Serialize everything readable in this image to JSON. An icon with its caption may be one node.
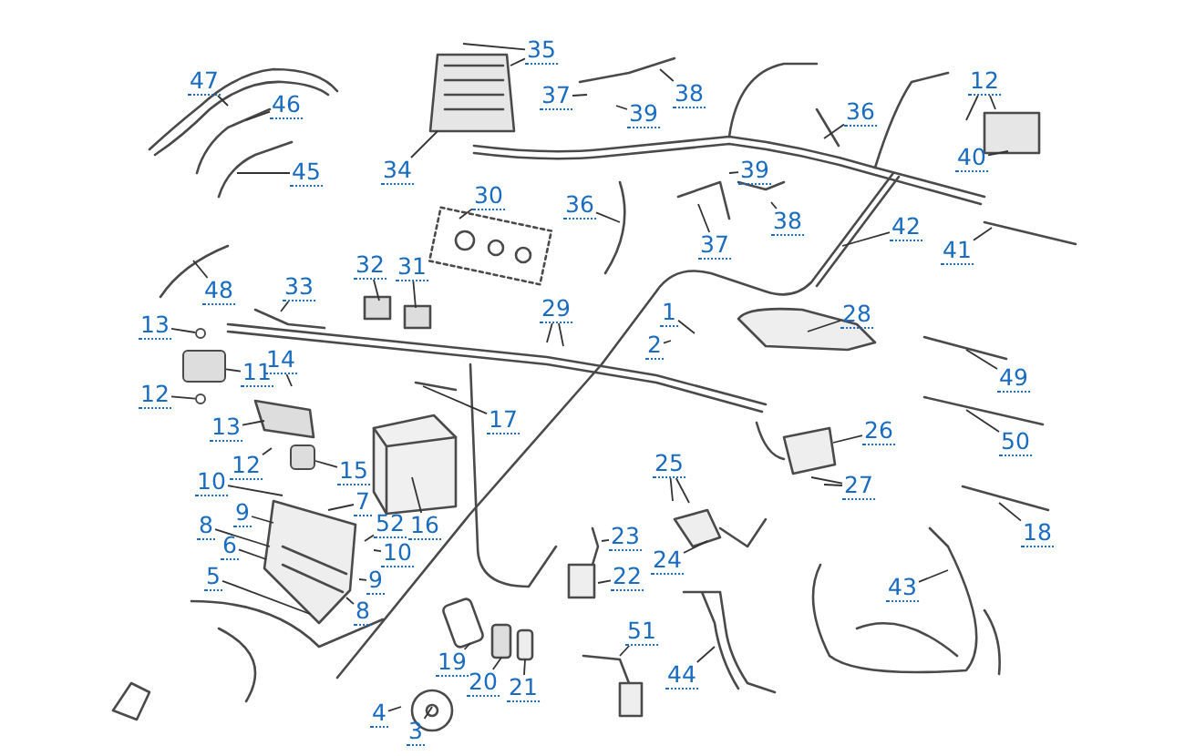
{
  "diagram": {
    "nodes": [
      {
        "text": [
          "47"
        ]
      },
      {
        "text": [
          "46"
        ]
      },
      {
        "text": [
          "35"
        ]
      },
      {
        "text": [
          "37"
        ]
      },
      {
        "text": [
          "38"
        ]
      },
      {
        "text": [
          "39"
        ]
      },
      {
        "text": [
          "12"
        ]
      },
      {
        "text": [
          "36"
        ]
      },
      {
        "text": [
          "40"
        ]
      },
      {
        "text": [
          "45"
        ]
      },
      {
        "text": [
          "34"
        ]
      },
      {
        "text": [
          "39"
        ]
      },
      {
        "text": [
          "30"
        ]
      },
      {
        "text": [
          "36"
        ]
      },
      {
        "text": [
          "38"
        ]
      },
      {
        "text": [
          "42"
        ]
      },
      {
        "text": [
          "37"
        ]
      },
      {
        "text": [
          "41"
        ]
      },
      {
        "text": [
          "32"
        ]
      },
      {
        "text": [
          "31"
        ]
      },
      {
        "text": [
          "33"
        ]
      },
      {
        "text": [
          "48"
        ]
      },
      {
        "text": [
          "29"
        ]
      },
      {
        "text": [
          "1"
        ]
      },
      {
        "text": [
          "28"
        ]
      },
      {
        "text": [
          "13"
        ]
      },
      {
        "text": [
          "2"
        ]
      },
      {
        "text": [
          "14"
        ]
      },
      {
        "text": [
          "49"
        ]
      },
      {
        "text": [
          "11"
        ]
      },
      {
        "text": [
          "12"
        ]
      },
      {
        "text": [
          "17"
        ]
      },
      {
        "text": [
          "13"
        ]
      },
      {
        "text": [
          "26"
        ]
      },
      {
        "text": [
          "50"
        ]
      },
      {
        "text": [
          "25"
        ]
      },
      {
        "text": [
          "12"
        ]
      },
      {
        "text": [
          "15"
        ]
      },
      {
        "text": [
          "10"
        ]
      },
      {
        "text": [
          "27"
        ]
      },
      {
        "text": [
          "7"
        ]
      },
      {
        "text": [
          "9"
        ]
      },
      {
        "text": [
          "8"
        ]
      },
      {
        "text": [
          "52"
        ]
      },
      {
        "text": [
          "16"
        ]
      },
      {
        "text": [
          "18"
        ]
      },
      {
        "text": [
          "23"
        ]
      },
      {
        "text": [
          "6"
        ]
      },
      {
        "text": [
          "10"
        ]
      },
      {
        "text": [
          "24"
        ]
      },
      {
        "text": [
          "5"
        ]
      },
      {
        "text": [
          "22"
        ]
      },
      {
        "text": [
          "9"
        ]
      },
      {
        "text": [
          "43"
        ]
      },
      {
        "text": [
          "8"
        ]
      },
      {
        "text": [
          "51"
        ]
      },
      {
        "text": [
          "19"
        ]
      },
      {
        "text": [
          "44"
        ]
      },
      {
        "text": [
          "20"
        ]
      },
      {
        "text": [
          "21"
        ]
      },
      {
        "text": [
          "4"
        ]
      },
      {
        "text": [
          "3"
        ]
      },
      {
        "text": [],
        "shape": "box"
      },
      {
        "text": [],
        "shape": "circle"
      },
      {
        "text": [],
        "shape": "circle"
      },
      {
        "text": [],
        "shape": "box"
      }
    ],
    "edges": [
      {
        "from": 0,
        "to": null,
        "arrow": "none"
      },
      {
        "from": 1,
        "to": null,
        "arrow": "none"
      },
      {
        "from": 2,
        "to": null,
        "arrow": "none"
      },
      {
        "from": 2,
        "to": null,
        "arrow": "none"
      },
      {
        "from": 3,
        "to": null,
        "arrow": "none"
      },
      {
        "from": 4,
        "to": null,
        "arrow": "none"
      },
      {
        "from": 5,
        "to": null,
        "arrow": "none"
      },
      {
        "from": 6,
        "to": null,
        "arrow": "none"
      },
      {
        "from": 6,
        "to": null,
        "arrow": "none"
      },
      {
        "from": 7,
        "to": null,
        "arrow": "none"
      },
      {
        "from": 8,
        "to": null,
        "arrow": "none"
      },
      {
        "from": 9,
        "to": null,
        "arrow": "none"
      },
      {
        "from": 10,
        "to": null,
        "arrow": "none"
      },
      {
        "from": 11,
        "to": null,
        "arrow": "none"
      },
      {
        "from": 12,
        "to": null,
        "arrow": "none"
      },
      {
        "from": 13,
        "to": null,
        "arrow": "none"
      },
      {
        "from": 14,
        "to": null,
        "arrow": "none"
      },
      {
        "from": 15,
        "to": null,
        "arrow": "none"
      },
      {
        "from": 16,
        "to": null,
        "arrow": "none"
      },
      {
        "from": 17,
        "to": null,
        "arrow": "none"
      },
      {
        "from": 18,
        "to": null,
        "arrow": "none"
      },
      {
        "from": 19,
        "to": null,
        "arrow": "none"
      },
      {
        "from": 20,
        "to": null,
        "arrow": "none"
      },
      {
        "from": 21,
        "to": null,
        "arrow": "none"
      },
      {
        "from": 22,
        "to": null,
        "arrow": "none"
      },
      {
        "from": 22,
        "to": null,
        "arrow": "none"
      },
      {
        "from": 23,
        "to": null,
        "arrow": "none"
      },
      {
        "from": 24,
        "to": null,
        "arrow": "none"
      },
      {
        "from": 25,
        "to": 63,
        "arrow": "none"
      },
      {
        "from": 26,
        "to": null,
        "arrow": "none"
      },
      {
        "from": 27,
        "to": null,
        "arrow": "none"
      },
      {
        "from": 28,
        "to": null,
        "arrow": "none"
      },
      {
        "from": 29,
        "to": 62,
        "arrow": "none"
      },
      {
        "from": 30,
        "to": 64,
        "arrow": "none"
      },
      {
        "from": 31,
        "to": null,
        "arrow": "none"
      },
      {
        "from": 32,
        "to": null,
        "arrow": "none"
      },
      {
        "from": 33,
        "to": null,
        "arrow": "none"
      },
      {
        "from": 34,
        "to": null,
        "arrow": "none"
      },
      {
        "from": 35,
        "to": null,
        "arrow": "none"
      },
      {
        "from": 35,
        "to": null,
        "arrow": "none"
      },
      {
        "from": 36,
        "to": null,
        "arrow": "none"
      },
      {
        "from": 37,
        "to": 65,
        "arrow": "none"
      },
      {
        "from": 38,
        "to": null,
        "arrow": "none"
      },
      {
        "from": 39,
        "to": null,
        "arrow": "none"
      },
      {
        "from": 39,
        "to": null,
        "arrow": "none"
      },
      {
        "from": 40,
        "to": null,
        "arrow": "none"
      },
      {
        "from": 41,
        "to": null,
        "arrow": "none"
      },
      {
        "from": 42,
        "to": null,
        "arrow": "none"
      },
      {
        "from": 43,
        "to": null,
        "arrow": "none"
      },
      {
        "from": 44,
        "to": null,
        "arrow": "none"
      },
      {
        "from": 45,
        "to": null,
        "arrow": "none"
      },
      {
        "from": 46,
        "to": null,
        "arrow": "none"
      },
      {
        "from": 47,
        "to": null,
        "arrow": "none"
      },
      {
        "from": 48,
        "to": null,
        "arrow": "none"
      },
      {
        "from": 49,
        "to": null,
        "arrow": "none"
      },
      {
        "from": 50,
        "to": null,
        "arrow": "none"
      },
      {
        "from": 51,
        "to": null,
        "arrow": "none"
      },
      {
        "from": 52,
        "to": null,
        "arrow": "none"
      },
      {
        "from": 53,
        "to": null,
        "arrow": "none"
      },
      {
        "from": 54,
        "to": null,
        "arrow": "none"
      },
      {
        "from": 55,
        "to": null,
        "arrow": "none"
      },
      {
        "from": 56,
        "to": null,
        "arrow": "none"
      },
      {
        "from": 57,
        "to": null,
        "arrow": "none"
      },
      {
        "from": 58,
        "to": null,
        "arrow": "none"
      },
      {
        "from": 59,
        "to": null,
        "arrow": "none"
      },
      {
        "from": 60,
        "to": null,
        "arrow": "none"
      },
      {
        "from": 61,
        "to": null,
        "arrow": "none"
      }
    ]
  }
}
